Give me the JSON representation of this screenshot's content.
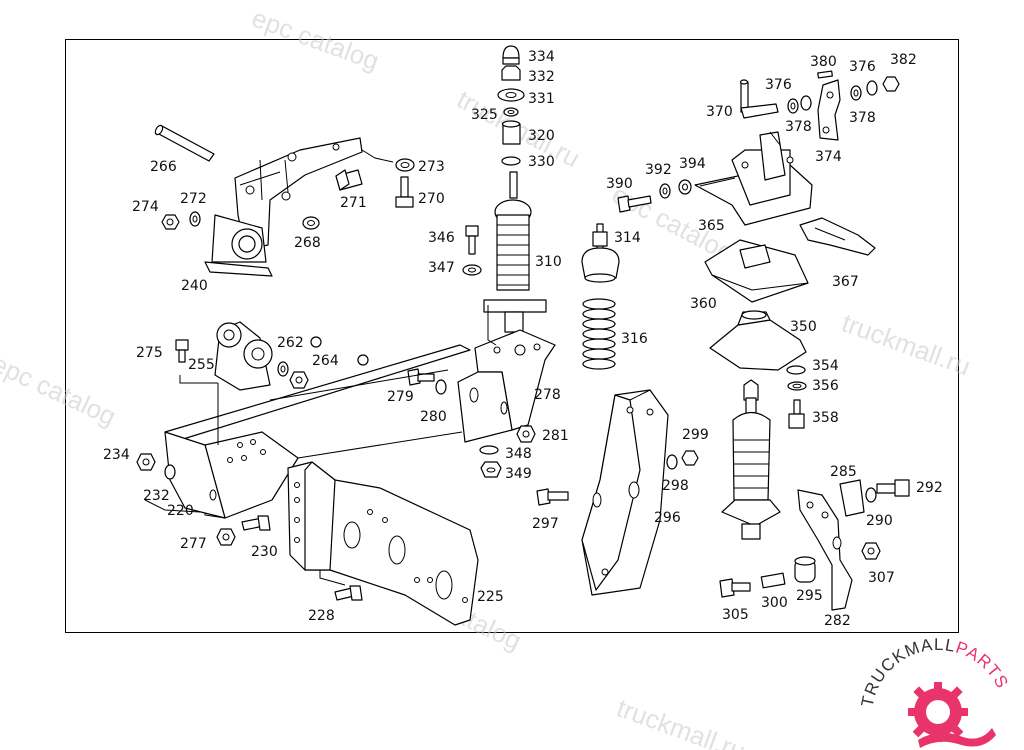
{
  "watermark": {
    "text_a": "epc catalog",
    "text_b": "truckmall.ru",
    "text_c": "epc catalog",
    "text_d": "truckmall.ru",
    "text_e": "epc catalog",
    "text_f": "truckmall.ru",
    "text_g": "catalog"
  },
  "brand": {
    "name_dark": "TRUCKMALL",
    "name_accent": "PARTS",
    "color_dark": "#333333",
    "color_accent": "#e8336b"
  },
  "labels": [
    {
      "id": "p334",
      "text": "334"
    },
    {
      "id": "p332",
      "text": "332"
    },
    {
      "id": "p331",
      "text": "331"
    },
    {
      "id": "p325",
      "text": "325"
    },
    {
      "id": "p320",
      "text": "320"
    },
    {
      "id": "p330",
      "text": "330"
    },
    {
      "id": "p380",
      "text": "380"
    },
    {
      "id": "p376a",
      "text": "376"
    },
    {
      "id": "p376b",
      "text": "376"
    },
    {
      "id": "p382",
      "text": "382"
    },
    {
      "id": "p370",
      "text": "370"
    },
    {
      "id": "p378a",
      "text": "378"
    },
    {
      "id": "p378b",
      "text": "378"
    },
    {
      "id": "p374",
      "text": "374"
    },
    {
      "id": "p266",
      "text": "266"
    },
    {
      "id": "p273",
      "text": "273"
    },
    {
      "id": "p274",
      "text": "274"
    },
    {
      "id": "p272",
      "text": "272"
    },
    {
      "id": "p271",
      "text": "271"
    },
    {
      "id": "p270",
      "text": "270"
    },
    {
      "id": "p268",
      "text": "268"
    },
    {
      "id": "p240",
      "text": "240"
    },
    {
      "id": "p346",
      "text": "346"
    },
    {
      "id": "p347",
      "text": "347"
    },
    {
      "id": "p310",
      "text": "310"
    },
    {
      "id": "p314",
      "text": "314"
    },
    {
      "id": "p390",
      "text": "390"
    },
    {
      "id": "p392",
      "text": "392"
    },
    {
      "id": "p394",
      "text": "394"
    },
    {
      "id": "p365",
      "text": "365"
    },
    {
      "id": "p367",
      "text": "367"
    },
    {
      "id": "p360",
      "text": "360"
    },
    {
      "id": "p350",
      "text": "350"
    },
    {
      "id": "p316",
      "text": "316"
    },
    {
      "id": "p275",
      "text": "275"
    },
    {
      "id": "p255",
      "text": "255"
    },
    {
      "id": "p262",
      "text": "262"
    },
    {
      "id": "p264",
      "text": "264"
    },
    {
      "id": "p279",
      "text": "279"
    },
    {
      "id": "p280",
      "text": "280"
    },
    {
      "id": "p278",
      "text": "278"
    },
    {
      "id": "p281",
      "text": "281"
    },
    {
      "id": "p354",
      "text": "354"
    },
    {
      "id": "p356",
      "text": "356"
    },
    {
      "id": "p358",
      "text": "358"
    },
    {
      "id": "p299",
      "text": "299"
    },
    {
      "id": "p298",
      "text": "298"
    },
    {
      "id": "p234",
      "text": "234"
    },
    {
      "id": "p232",
      "text": "232"
    },
    {
      "id": "p220",
      "text": "220"
    },
    {
      "id": "p348",
      "text": "348"
    },
    {
      "id": "p349",
      "text": "349"
    },
    {
      "id": "p297",
      "text": "297"
    },
    {
      "id": "p296",
      "text": "296"
    },
    {
      "id": "p285",
      "text": "285"
    },
    {
      "id": "p292",
      "text": "292"
    },
    {
      "id": "p290",
      "text": "290"
    },
    {
      "id": "p277",
      "text": "277"
    },
    {
      "id": "p230",
      "text": "230"
    },
    {
      "id": "p307",
      "text": "307"
    },
    {
      "id": "p225",
      "text": "225"
    },
    {
      "id": "p228",
      "text": "228"
    },
    {
      "id": "p305",
      "text": "305"
    },
    {
      "id": "p300",
      "text": "300"
    },
    {
      "id": "p295",
      "text": "295"
    },
    {
      "id": "p282",
      "text": "282"
    }
  ]
}
